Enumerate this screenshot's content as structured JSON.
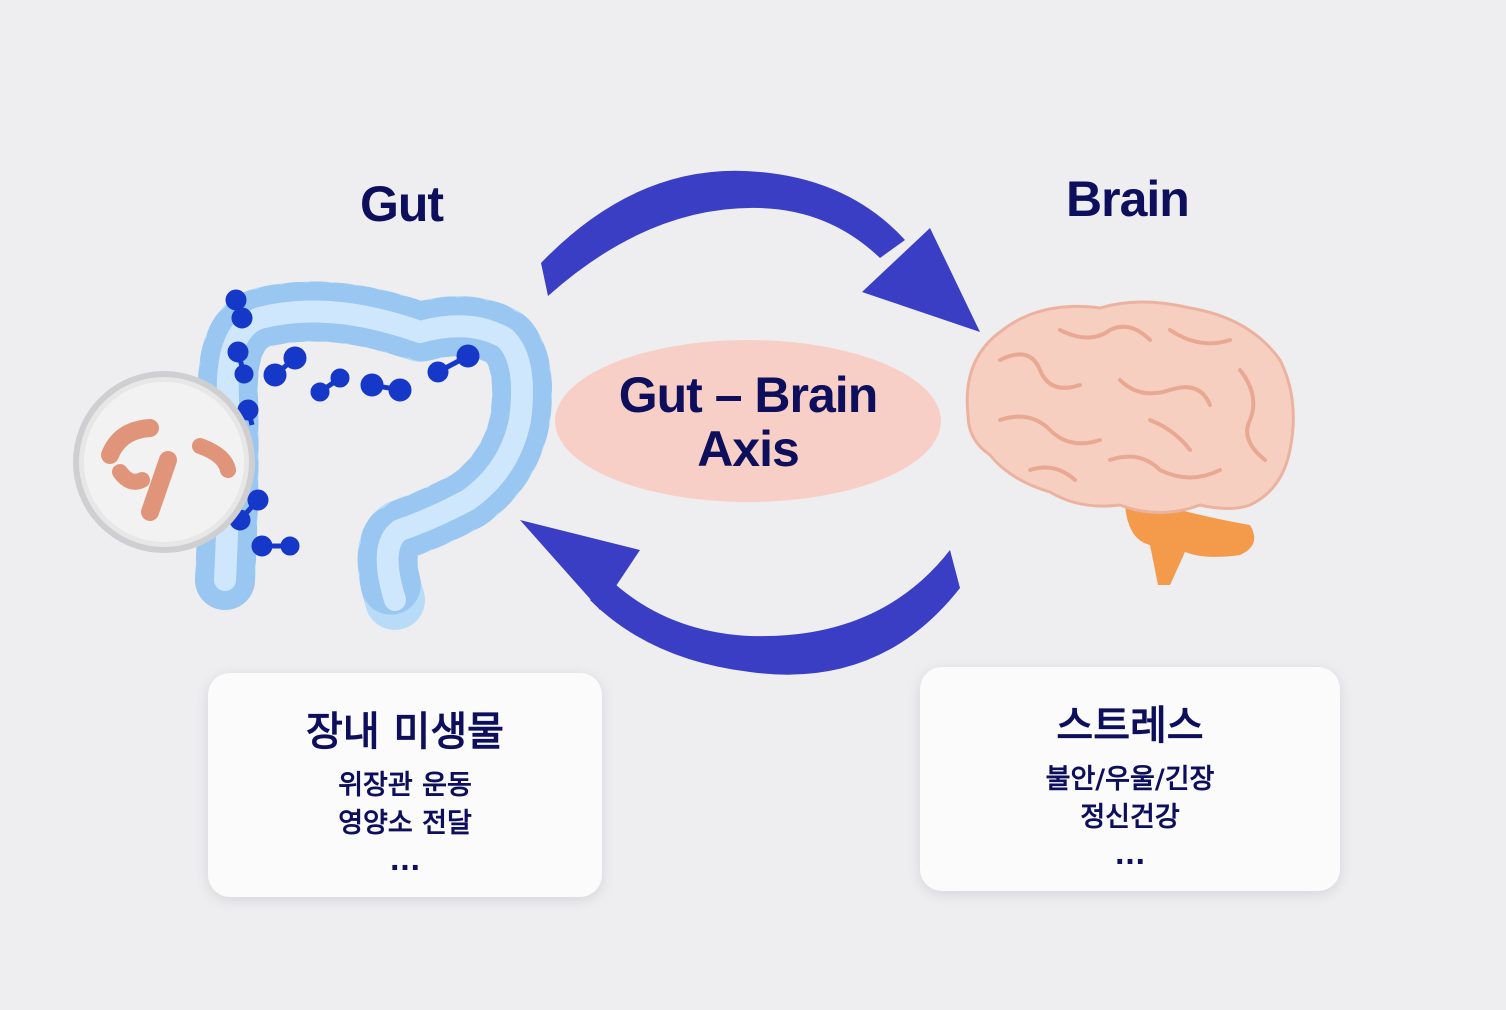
{
  "gut": {
    "title": "Gut",
    "card": {
      "title": "장내 미생물",
      "lines": [
        "위장관 운동",
        "영양소 전달",
        "..."
      ]
    }
  },
  "brain": {
    "title": "Brain",
    "card": {
      "title": "스트레스",
      "lines": [
        "불안/우울/긴장",
        "정신건강",
        "..."
      ]
    }
  },
  "axis": {
    "line1": "Gut – Brain",
    "line2": "Axis"
  },
  "colors": {
    "arrow": "#3a3ec4",
    "title_text": "#0d0f5c",
    "oval": "#f8cfc6",
    "intestine": "#a9d0f5",
    "brain": "#f7cfc0",
    "cerebellum": "#f39b4a",
    "bacteria": "#e0957a",
    "background": "#eeeef1"
  },
  "icons": [
    "intestine-icon",
    "bacteria-magnifier-icon",
    "brain-icon",
    "cycle-arrow-icon"
  ]
}
